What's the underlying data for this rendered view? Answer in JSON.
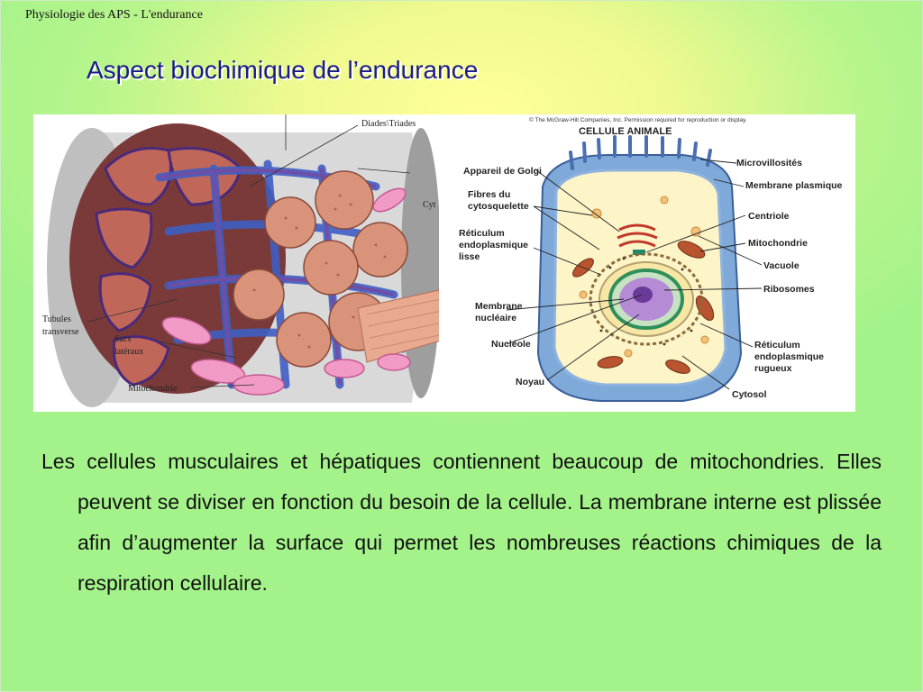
{
  "header": {
    "label": "Physiologie des APS - L'endurance"
  },
  "title": "Aspect biochimique de l’endurance",
  "figure": {
    "muscle_labels": {
      "diades": "Diades\\Triades",
      "tubules": "Tubules\ntransverse",
      "sacs": "Sacs\nlatéraux",
      "mitochondrie": "Mitochondrie",
      "cyt": "Cyt"
    },
    "cell_title": "CELLULE ANIMALE",
    "copyright": "© The McGraw-Hill Companies, Inc. Permission required for reproduction or display.",
    "cell_labels_left": {
      "golgi": "Appareil de Golgi",
      "fibres": "Fibres du\ncytosquelette",
      "reticulum_lisse": "Réticulum\nendoplasmique\nlisse",
      "membrane_nucleaire": "Membrane\nnucléaire",
      "nucleole": "Nucléole",
      "noyau": "Noyau"
    },
    "cell_labels_right": {
      "microvillosites": "Microvillosités",
      "membrane_plasmique": "Membrane plasmique",
      "centriole": "Centriole",
      "mitochondrie": "Mitochondrie",
      "vacuole": "Vacuole",
      "ribosomes": "Ribosomes",
      "reticulum_rugueux": "Réticulum\nendoplasmique\nrugueux",
      "cytosol": "Cytosol"
    }
  },
  "body": {
    "paragraph": "Les cellules musculaires et hépatiques contiennent beaucoup de mitochondries. Elles peuvent se diviser en fonction du besoin de la cellule. La membrane interne est plissée afin d’augmenter la surface qui permet les nombreuses réactions chimiques de la respiration cellulaire."
  }
}
